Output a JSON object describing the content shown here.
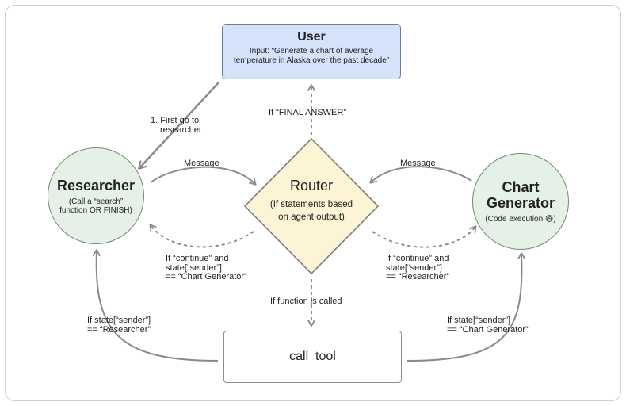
{
  "nodes": {
    "user": {
      "title": "User",
      "subtitle": "Input: “Generate a chart of average temperature in Alaska over the past decade”"
    },
    "researcher": {
      "title": "Researcher",
      "subtitle": "(Call a “search” function OR FINISH)"
    },
    "router": {
      "title": "Router",
      "subtitle": "(If statements based on agent output)"
    },
    "chart_generator": {
      "title_line1": "Chart",
      "title_line2": "Generator",
      "subtitle": "(Code execution 😅)"
    },
    "call_tool": {
      "title": "call_tool"
    }
  },
  "edges": {
    "first_go": {
      "line1": "1. First go to",
      "line2": "researcher"
    },
    "final_answer": {
      "label": "If “FINAL ANSWER”"
    },
    "message_left": {
      "label": "Message"
    },
    "message_right": {
      "label": "Message"
    },
    "continue_left": {
      "line1": "If “continue” and",
      "line2": "state[“sender”]",
      "line3": "== “Chart Generator”"
    },
    "continue_right": {
      "line1": "If “continue” and",
      "line2": "state[“sender”]",
      "line3": "== “Researcher”"
    },
    "function_called": {
      "label": "If function is called"
    },
    "sender_researcher": {
      "line1": "If state[“sender”]",
      "line2": "== “Researcher”"
    },
    "sender_chart": {
      "line1": "If state[“sender”]",
      "line2": "== “Chart Generator”"
    }
  },
  "colors": {
    "user_fill": "#d4e2fa",
    "agent_fill": "#e5f1e6",
    "router_fill": "#fdf4d6",
    "arrow": "#8a8a8a"
  }
}
